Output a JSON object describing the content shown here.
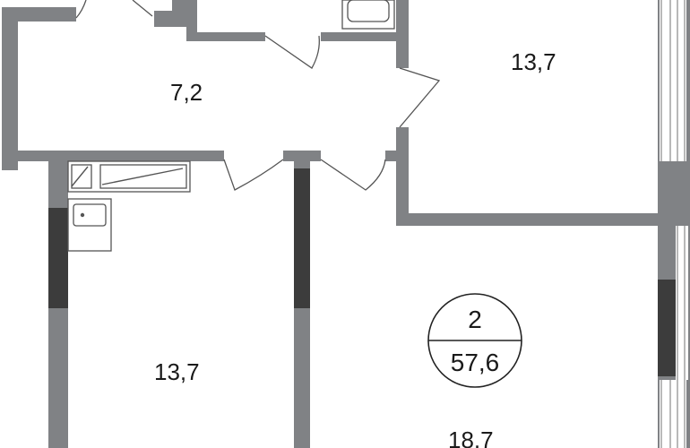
{
  "rooms": {
    "hall_area": "7,2",
    "bedroom_top_right_area": "13,7",
    "kitchen_left_area": "13,7",
    "living_room_area": "18,7"
  },
  "apartment": {
    "rooms_count": "2",
    "total_area": "57,6"
  },
  "colors": {
    "wall": "#808285",
    "wall_dark": "#3c3c3c",
    "line": "#555555",
    "text": "#1a1a1a"
  }
}
